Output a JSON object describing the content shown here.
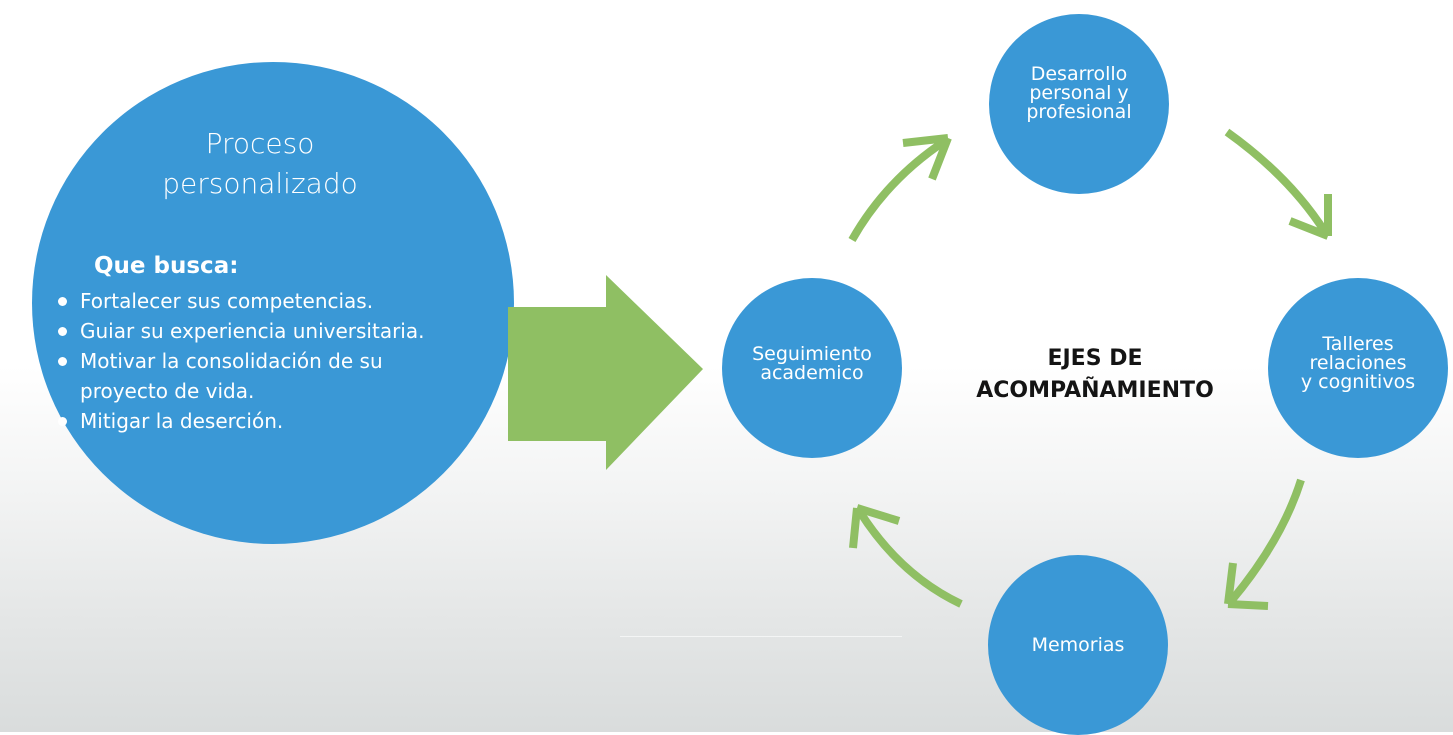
{
  "process": {
    "title_line1": "Proceso",
    "title_line2": "personalizado",
    "seeks_heading": "Que busca:",
    "goals": [
      "Fortalecer sus competencias.",
      "Guiar su experiencia universitaria.",
      "Motivar la consolidación de su",
      "proyecto de vida.",
      "Mitigar la deserción."
    ]
  },
  "center": {
    "line1": "EJES DE",
    "line2": "ACOMPAÑAMIENTO"
  },
  "nodes": {
    "top": [
      "Desarrollo",
      "personal y",
      "profesional"
    ],
    "right": [
      "Talleres",
      "relaciones",
      "y cognitivos"
    ],
    "bottom": [
      "Memorias"
    ],
    "left": [
      "Seguimiento",
      "academico"
    ]
  },
  "colors": {
    "circle_blue": "#3a98d6",
    "arrow_green": "#8fbf63",
    "label_dark": "#141414"
  },
  "icons": {
    "main_arrow": "arrow-right-icon",
    "cycle_arrows": "curved-arrow-icon"
  }
}
